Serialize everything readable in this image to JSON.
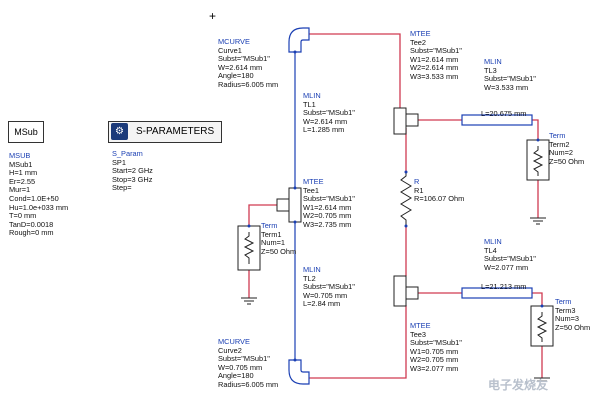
{
  "msub_box": {
    "label": "MSub"
  },
  "sp_box": {
    "label": "S-PARAMETERS"
  },
  "msub": {
    "lines": [
      "MSUB",
      "MSub1",
      "H=1 mm",
      "Er=2.55",
      "Mur=1",
      "Cond=1.0E+50",
      "Hu=1.0e+033 mm",
      "T=0 mm",
      "TanD=0.0018",
      "Rough=0 mm"
    ]
  },
  "sparam": {
    "lines": [
      "S_Param",
      "SP1",
      "Start=2 GHz",
      "Stop=3 GHz",
      "Step="
    ]
  },
  "curve1": {
    "lines": [
      "MCURVE",
      "Curve1",
      "Subst=\"MSub1\"",
      "W=2.614 mm",
      "Angle=180",
      "Radius=6.005 mm"
    ]
  },
  "tl1": {
    "lines": [
      "MLIN",
      "TL1",
      "Subst=\"MSub1\"",
      "W=2.614 mm",
      "L=1.285 mm"
    ]
  },
  "tee1": {
    "lines": [
      "MTEE",
      "Tee1",
      "Subst=\"MSub1\"",
      "W1=2.614 mm",
      "W2=0.705 mm",
      "W3=2.735 mm"
    ]
  },
  "term1": {
    "lines": [
      "Term",
      "Term1",
      "Num=1",
      "Z=50 Ohm"
    ]
  },
  "tl2": {
    "lines": [
      "MLIN",
      "TL2",
      "Subst=\"MSub1\"",
      "W=0.705 mm",
      "L=2.84 mm"
    ]
  },
  "curve2": {
    "lines": [
      "MCURVE",
      "Curve2",
      "Subst=\"MSub1\"",
      "W=0.705 mm",
      "Angle=180",
      "Radius=6.005 mm"
    ]
  },
  "tee2": {
    "lines": [
      "MTEE",
      "Tee2",
      "Subst=\"MSub1\"",
      "W1=2.614 mm",
      "W2=2.614 mm",
      "W3=3.533 mm"
    ]
  },
  "tl3": {
    "lines": [
      "MLIN",
      "TL3",
      "Subst=\"MSub1\"",
      "W=3.533 mm",
      "L=20.675 mm"
    ]
  },
  "term2": {
    "lines": [
      "Term",
      "Term2",
      "Num=2",
      "Z=50 Ohm"
    ]
  },
  "r1": {
    "lines": [
      "R",
      "R1",
      "R=106.07 Ohm"
    ]
  },
  "tl4": {
    "lines": [
      "MLIN",
      "TL4",
      "Subst=\"MSub1\"",
      "W=2.077 mm",
      "L=21.213 mm"
    ]
  },
  "term3": {
    "lines": [
      "Term",
      "Term3",
      "Num=3",
      "Z=50 Ohm"
    ]
  },
  "tee3": {
    "lines": [
      "MTEE",
      "Tee3",
      "Subst=\"MSub1\"",
      "W1=0.705 mm",
      "W2=0.705 mm",
      "W3=2.077 mm"
    ]
  },
  "watermark": {
    "text": "电子发烧友"
  },
  "colors": {
    "wire": "#d03a52",
    "line_blue": "#1a3fb3",
    "component": "#222222"
  }
}
